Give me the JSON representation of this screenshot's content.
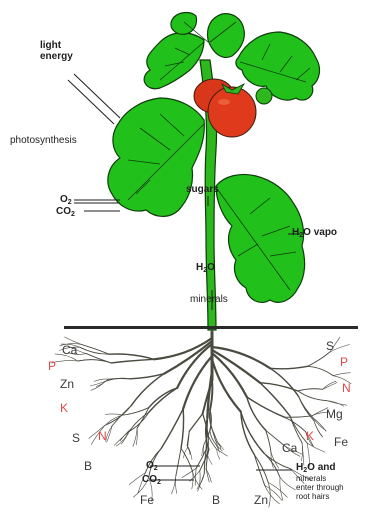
{
  "labels": {
    "light_energy": [
      "light",
      "energy"
    ],
    "photosynthesis": "photosynthesis",
    "o2": {
      "base": "O",
      "sub": "2"
    },
    "co2": {
      "base": "CO",
      "sub": "2"
    },
    "sugars": "sugars",
    "h2o_vapor": {
      "pre": "H",
      "sub": "2",
      "post": "O vapo"
    },
    "h2o_stem": {
      "pre": "H",
      "sub": "2",
      "post": "O"
    },
    "minerals": "minerals",
    "o2_root": {
      "base": "O",
      "sub": "2"
    },
    "co2_root": {
      "base": "CO",
      "sub": "2"
    },
    "h2o_minerals_root": {
      "pre": "H",
      "sub": "2",
      "post": "O and",
      "lines": [
        "minerals",
        "enter through",
        "root hairs"
      ]
    }
  },
  "elements": {
    "left": [
      {
        "symbol": "Ca",
        "color": "dark"
      },
      {
        "symbol": "P",
        "color": "red"
      },
      {
        "symbol": "Zn",
        "color": "dark"
      },
      {
        "symbol": "K",
        "color": "red"
      },
      {
        "symbol": "S",
        "color": "dark"
      },
      {
        "symbol": "N",
        "color": "red"
      },
      {
        "symbol": "B",
        "color": "dark"
      },
      {
        "symbol": "Fe",
        "color": "dark"
      }
    ],
    "right": [
      {
        "symbol": "S",
        "color": "dark"
      },
      {
        "symbol": "P",
        "color": "red"
      },
      {
        "symbol": "N",
        "color": "red"
      },
      {
        "symbol": "Mg",
        "color": "dark"
      },
      {
        "symbol": "Fe",
        "color": "dark"
      },
      {
        "symbol": "Ca",
        "color": "dark"
      },
      {
        "symbol": "K",
        "color": "red"
      },
      {
        "symbol": "B",
        "color": "dark"
      },
      {
        "symbol": "Zn",
        "color": "dark"
      }
    ]
  },
  "colors": {
    "leaf": "#22c01a",
    "outline": "#0d3d0a",
    "tomato": "#e03a1c",
    "root": "#4a4a40",
    "soil_line": "#2a2a2a",
    "mineral_red": "#e04848",
    "text": "#1e1e1e"
  }
}
